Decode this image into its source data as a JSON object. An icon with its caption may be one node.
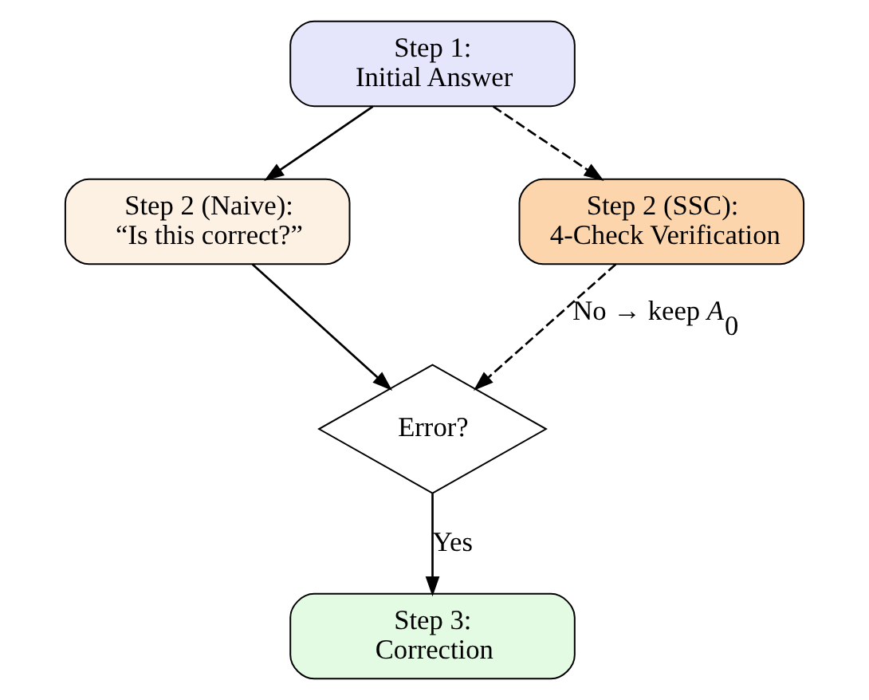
{
  "diagram": {
    "nodes": [
      {
        "text": [
          "Step 1:",
          "Initial Answer"
        ]
      },
      {
        "text": [
          "Step 2 (Naive):",
          "“Is this correct?”"
        ]
      },
      {
        "text": [
          "Step 2 (SSC):",
          "4-Check Verification"
        ]
      },
      {
        "text": [
          "Error?"
        ]
      },
      {
        "text": [
          "Step 3:",
          "Correction"
        ]
      }
    ],
    "edges": [
      {
        "from": 0,
        "to": 1,
        "arrow": "to"
      },
      {
        "from": 0,
        "to": 2,
        "arrow": "to",
        "style": "dashed"
      },
      {
        "from": 1,
        "to": 3,
        "arrow": "to"
      },
      {
        "from": 2,
        "to": 3,
        "arrow": "to",
        "style": "dashed",
        "label": "No → keep *A*$_{0}$"
      },
      {
        "from": 3,
        "to": 4,
        "arrow": "to",
        "label": "Yes"
      }
    ]
  }
}
